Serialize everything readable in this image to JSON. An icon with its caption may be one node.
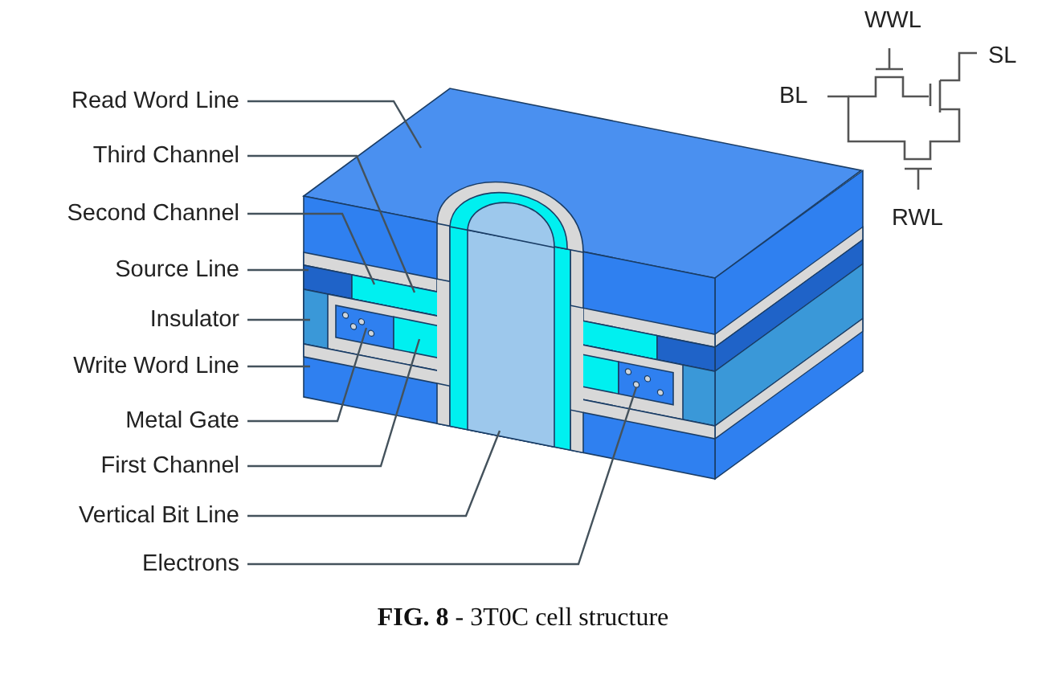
{
  "diagram": {
    "caption": "**FIG. 8** - 3T0C cell structure",
    "nodes": [
      {
        "text": [
          "Read Word Line"
        ]
      },
      {
        "text": [
          "Third Channel"
        ]
      },
      {
        "text": [
          "Second Channel"
        ]
      },
      {
        "text": [
          "Source Line"
        ]
      },
      {
        "text": [
          "Insulator"
        ]
      },
      {
        "text": [
          "Write Word Line"
        ]
      },
      {
        "text": [
          "Metal Gate"
        ]
      },
      {
        "text": [
          "First Channel"
        ]
      },
      {
        "text": [
          "Vertical Bit Line"
        ]
      },
      {
        "text": [
          "Electrons"
        ]
      }
    ],
    "edges": [
      {
        "from": 0,
        "to": null,
        "arrow": "none"
      },
      {
        "from": 1,
        "to": null,
        "arrow": "none"
      },
      {
        "from": 2,
        "to": null,
        "arrow": "none"
      },
      {
        "from": 3,
        "to": null,
        "arrow": "none"
      },
      {
        "from": 4,
        "to": null,
        "arrow": "none"
      },
      {
        "from": 5,
        "to": null,
        "arrow": "none"
      },
      {
        "from": 6,
        "to": null,
        "arrow": "none"
      },
      {
        "from": 7,
        "to": null,
        "arrow": "none"
      },
      {
        "from": 8,
        "to": null,
        "arrow": "none"
      },
      {
        "from": 9,
        "to": null,
        "arrow": "none"
      }
    ],
    "labels": [
      "WWL",
      "BL",
      "SL",
      "RWL"
    ]
  }
}
